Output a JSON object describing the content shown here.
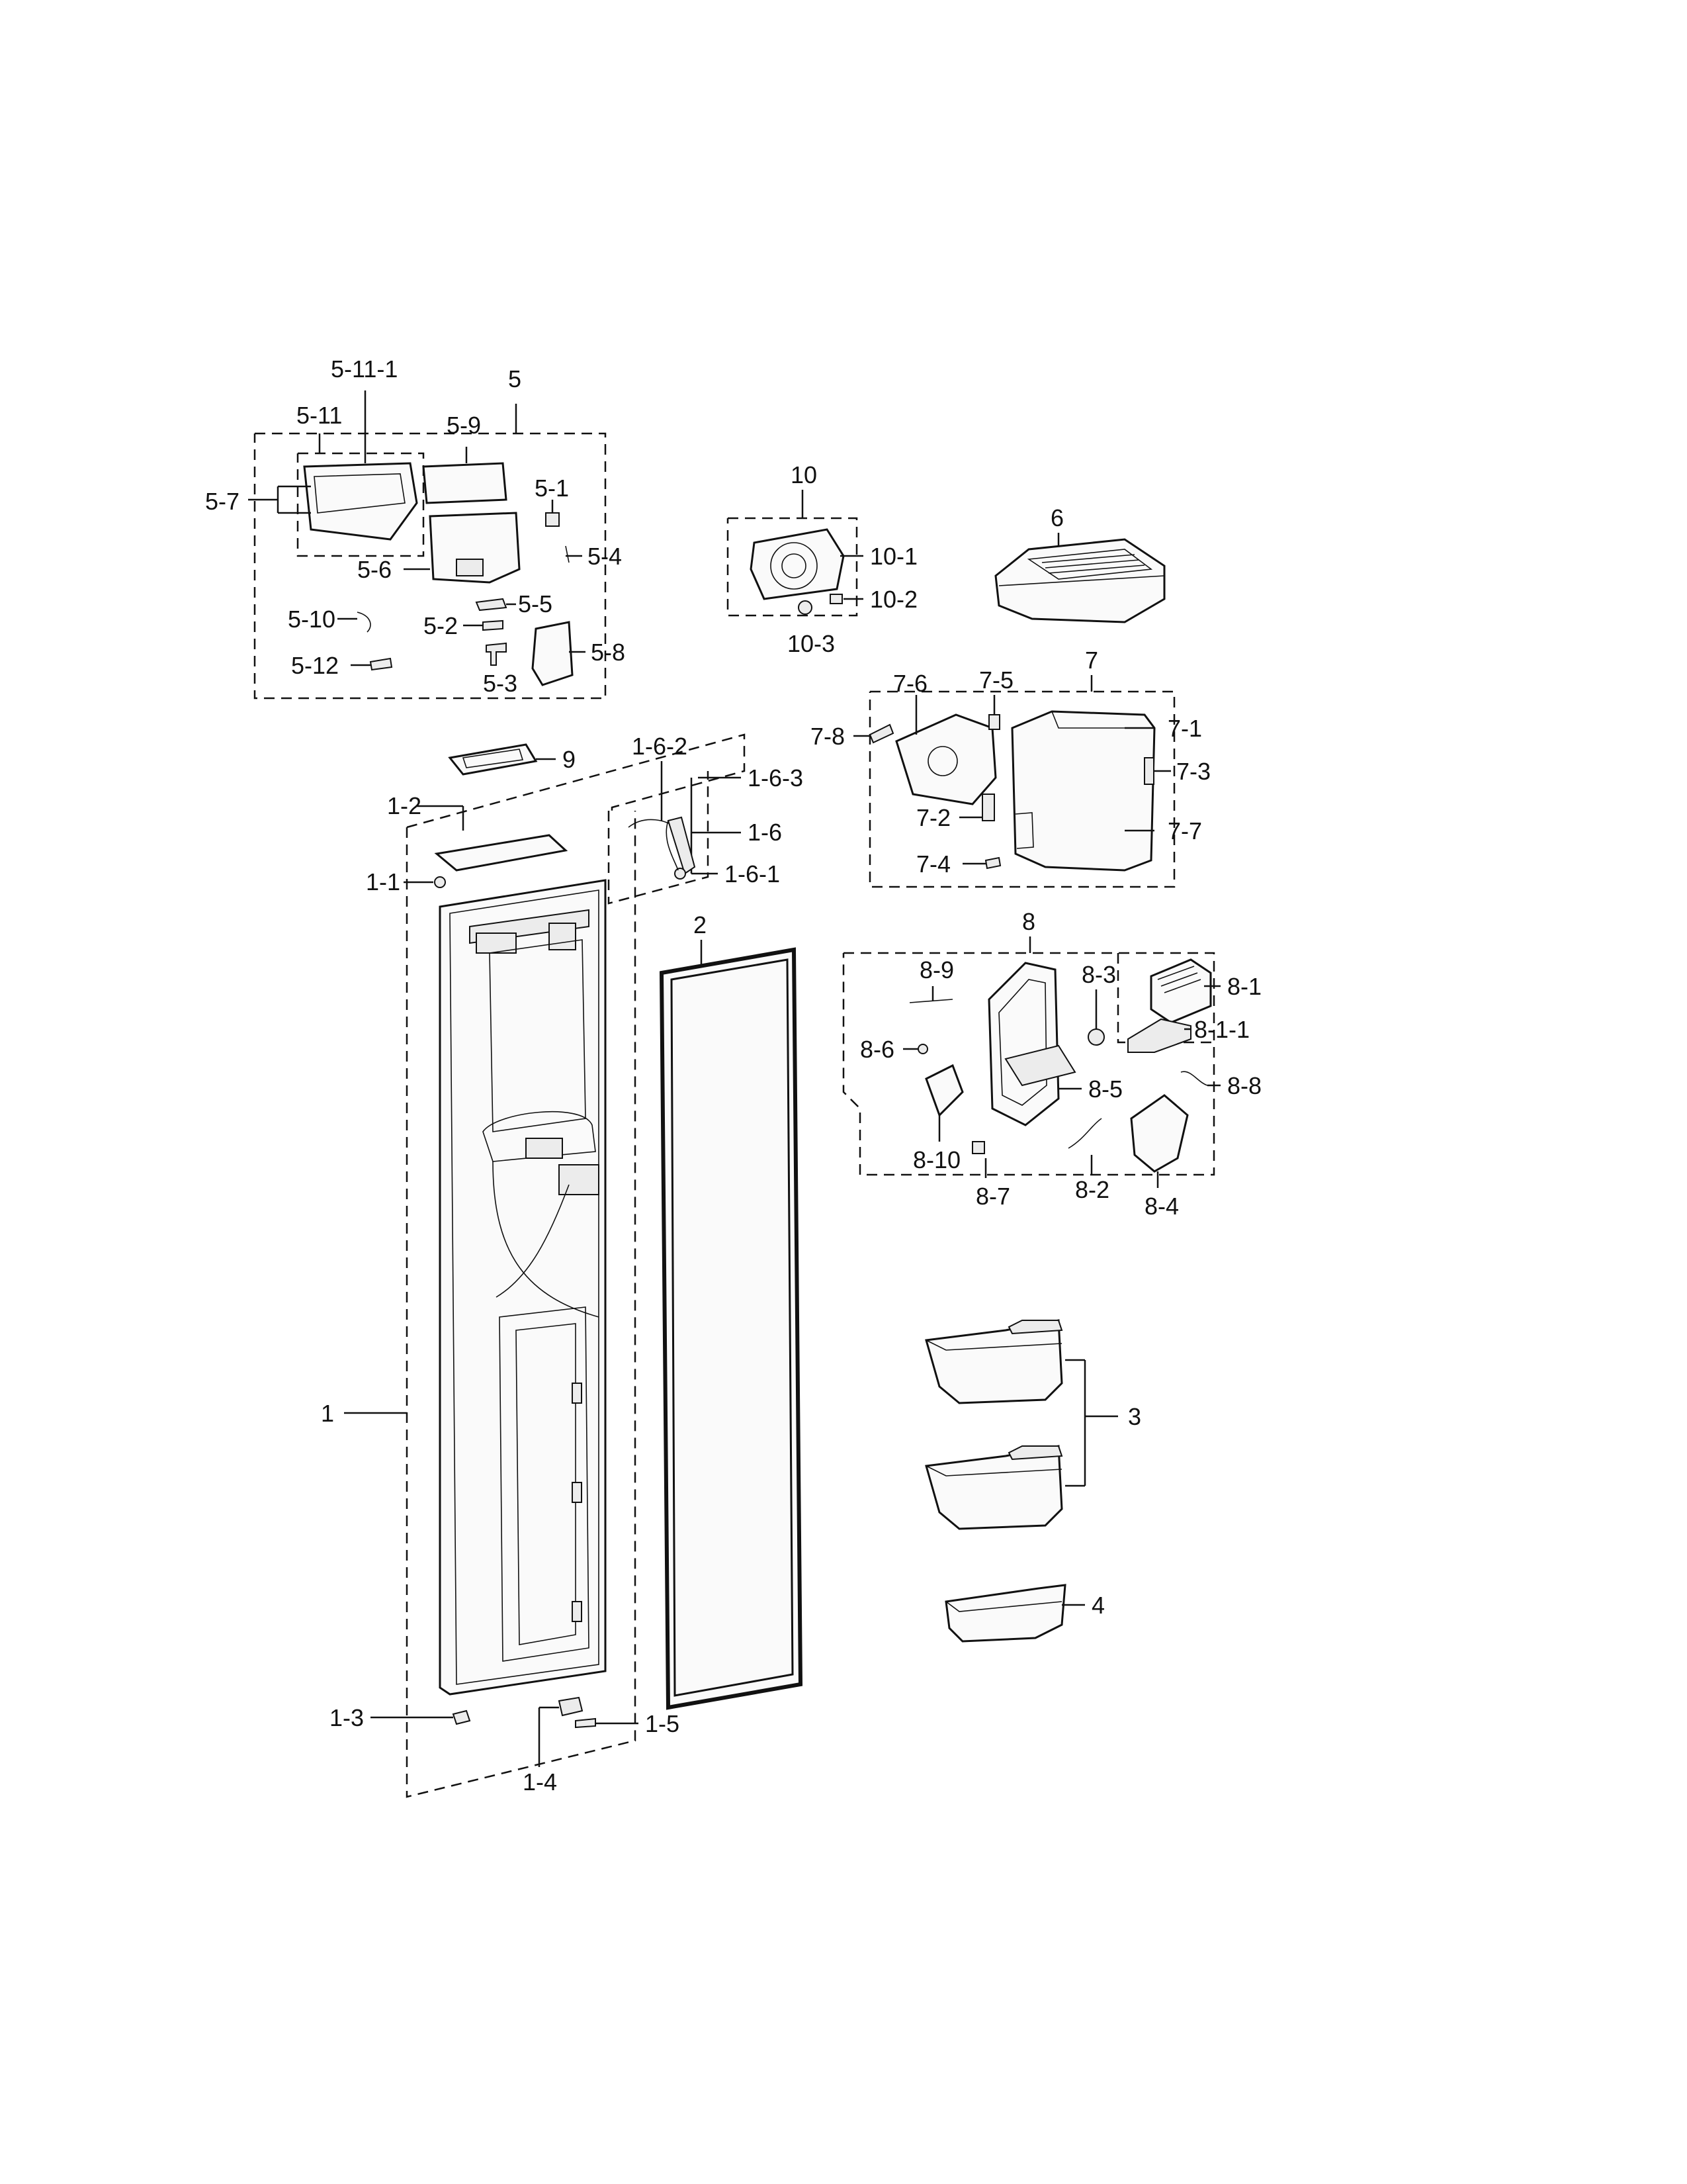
{
  "labels": {
    "p5": "5",
    "p5_1": "5-1",
    "p5_2": "5-2",
    "p5_3": "5-3",
    "p5_4": "5-4",
    "p5_5": "5-5",
    "p5_6": "5-6",
    "p5_7": "5-7",
    "p5_8": "5-8",
    "p5_9": "5-9",
    "p5_10": "5-10",
    "p5_11": "5-11",
    "p5_11_1": "5-11-1",
    "p5_12": "5-12",
    "p10": "10",
    "p10_1": "10-1",
    "p10_2": "10-2",
    "p10_3": "10-3",
    "p6": "6",
    "p7": "7",
    "p7_1": "7-1",
    "p7_2": "7-2",
    "p7_3": "7-3",
    "p7_4": "7-4",
    "p7_5": "7-5",
    "p7_6": "7-6",
    "p7_7": "7-7",
    "p7_8": "7-8",
    "p9": "9",
    "p1": "1",
    "p1_1": "1-1",
    "p1_2": "1-2",
    "p1_3": "1-3",
    "p1_4": "1-4",
    "p1_5": "1-5",
    "p1_6": "1-6",
    "p1_6_1": "1-6-1",
    "p1_6_2": "1-6-2",
    "p1_6_3": "1-6-3",
    "p2": "2",
    "p8": "8",
    "p8_1": "8-1",
    "p8_1_1": "8-1-1",
    "p8_2": "8-2",
    "p8_3": "8-3",
    "p8_4": "8-4",
    "p8_5": "8-5",
    "p8_6": "8-6",
    "p8_7": "8-7",
    "p8_8": "8-8",
    "p8_9": "8-9",
    "p8_10": "8-10",
    "p3": "3",
    "p4": "4"
  }
}
